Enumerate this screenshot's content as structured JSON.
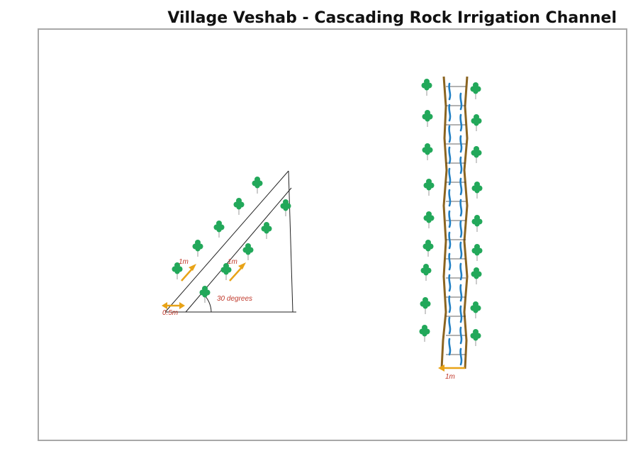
{
  "title": "Village Veshab - Cascading Rock Irrigation Channel",
  "colors": {
    "tree": "#22a85a",
    "trunk": "#999999",
    "arrow": "#e8a317",
    "label": "#c0392b",
    "water": "#1f7fc4",
    "bank": "#8b6420",
    "line": "#222222",
    "frame": "#a8a8a8"
  },
  "left_diagram": {
    "width_label": "0.5m",
    "spacing_label_1": "1m",
    "spacing_label_2": "1m",
    "angle_label": "30 degrees"
  },
  "right_diagram": {
    "width_label": "1m"
  },
  "icons": [
    "tree-icon",
    "arrow-icon"
  ]
}
